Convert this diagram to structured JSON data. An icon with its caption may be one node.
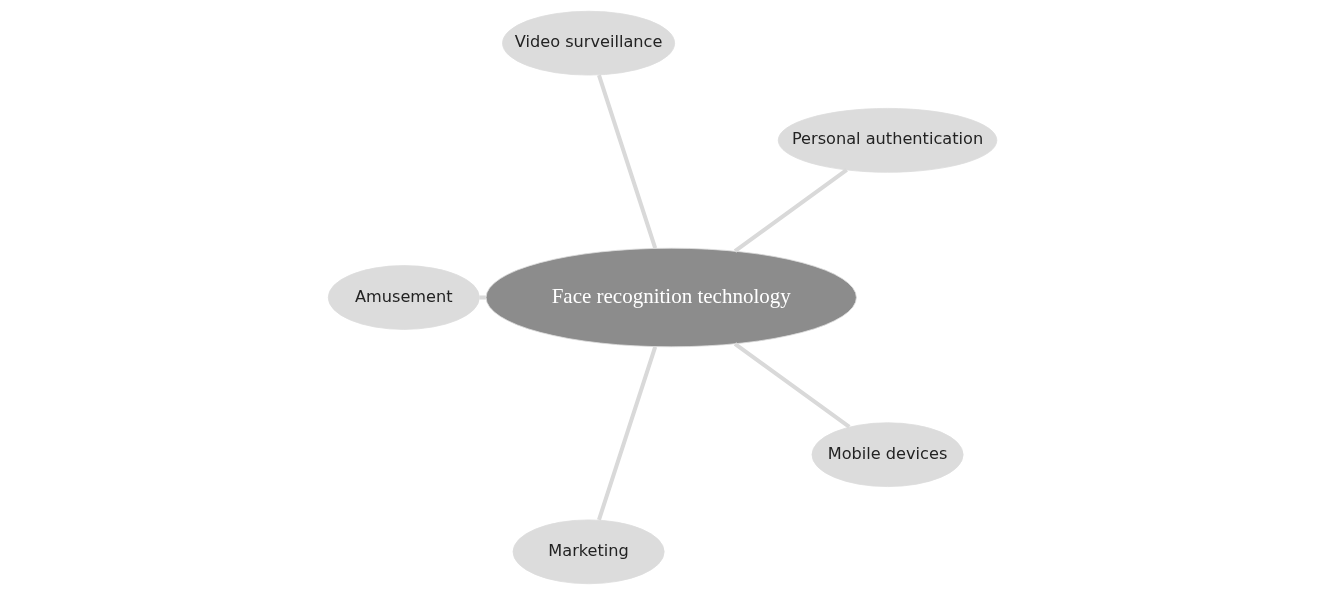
{
  "diagram": {
    "nodes": [
      {
        "text": [
          "Personal authentication"
        ]
      },
      {
        "text": [
          "Video surveillance"
        ]
      },
      {
        "text": [
          "Face recognition technology"
        ]
      },
      {
        "text": [
          "Amusement"
        ]
      },
      {
        "text": [
          "Marketing"
        ]
      },
      {
        "text": [
          "Mobile devices"
        ]
      }
    ],
    "edges": [
      {
        "from": 2,
        "to": 0,
        "arrow": "none"
      },
      {
        "from": 2,
        "to": 1,
        "arrow": "none"
      },
      {
        "from": 2,
        "to": 3,
        "arrow": "none"
      },
      {
        "from": 2,
        "to": 4,
        "arrow": "none"
      },
      {
        "from": 2,
        "to": 5,
        "arrow": "none"
      }
    ]
  }
}
